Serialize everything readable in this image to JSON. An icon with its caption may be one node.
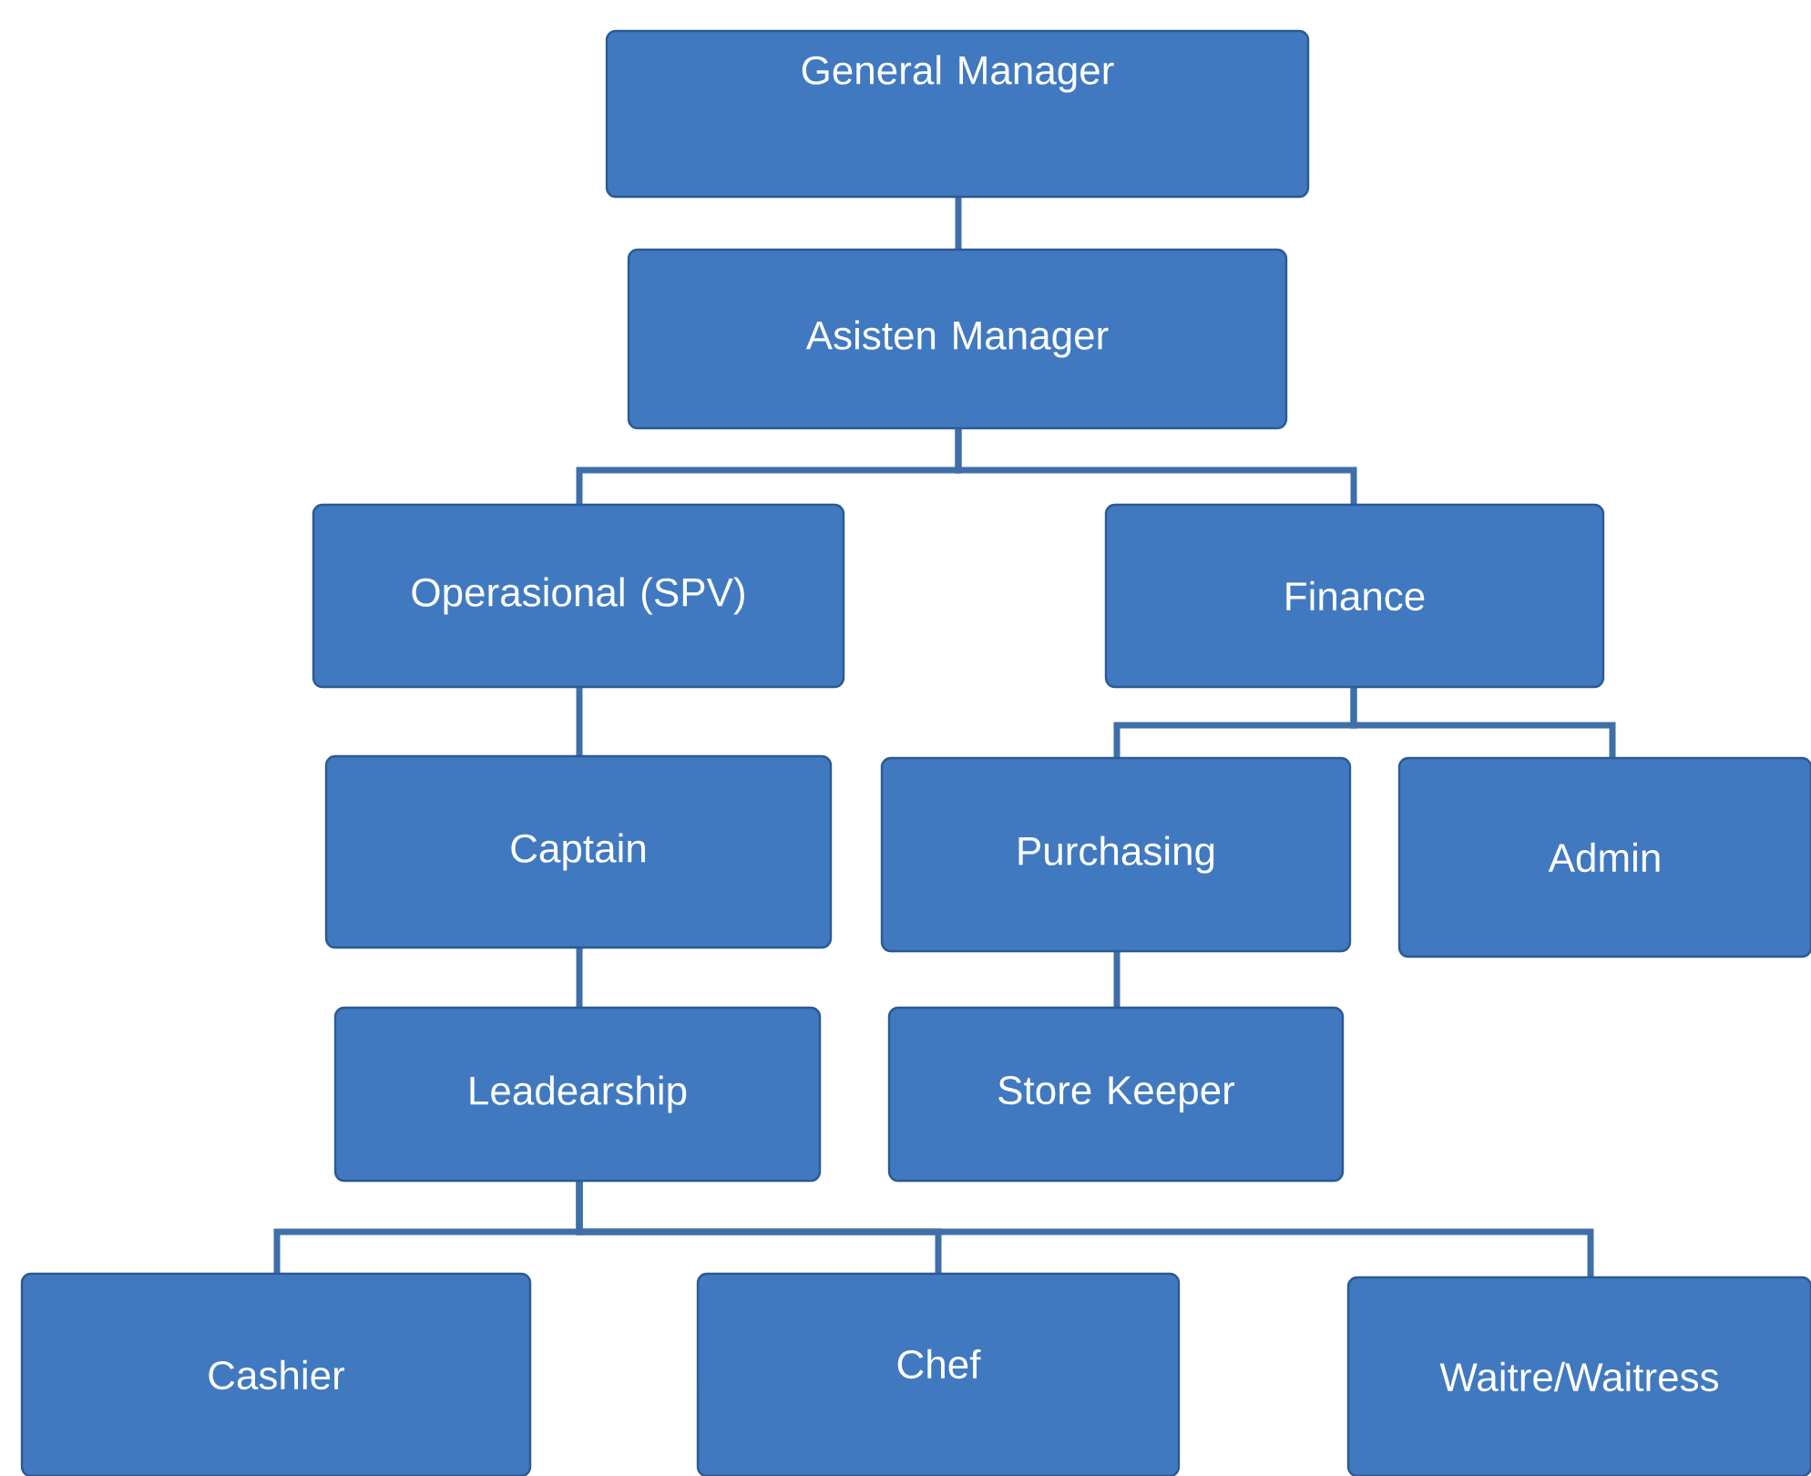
{
  "diagram": {
    "nodes": [
      {
        "text": [
          "General Manager"
        ]
      },
      {
        "text": [
          "Asisten Manager"
        ]
      },
      {
        "text": [
          "Operasional (SPV)"
        ]
      },
      {
        "text": [
          "Finance"
        ]
      },
      {
        "text": [
          "Captain"
        ]
      },
      {
        "text": [
          "Purchasing"
        ]
      },
      {
        "text": [
          "Admin"
        ]
      },
      {
        "text": [
          "Leadearship"
        ]
      },
      {
        "text": [
          "Store Keeper"
        ]
      },
      {
        "text": [
          "Cashier"
        ]
      },
      {
        "text": [
          "Chef"
        ]
      },
      {
        "text": [
          "Waitre/Waitress"
        ]
      }
    ],
    "edges": [
      {
        "from": 0,
        "to": 1,
        "arrow": "none"
      },
      {
        "from": 1,
        "to": 2,
        "arrow": "none"
      },
      {
        "from": 1,
        "to": 3,
        "arrow": "none"
      },
      {
        "from": 2,
        "to": 4,
        "arrow": "none"
      },
      {
        "from": 3,
        "to": 5,
        "arrow": "none"
      },
      {
        "from": 3,
        "to": 6,
        "arrow": "none"
      },
      {
        "from": 4,
        "to": 7,
        "arrow": "none"
      },
      {
        "from": 5,
        "to": 8,
        "arrow": "none"
      },
      {
        "from": 7,
        "to": 9,
        "arrow": "none"
      },
      {
        "from": 7,
        "to": 10,
        "arrow": "none"
      },
      {
        "from": 7,
        "to": 11,
        "arrow": "none"
      }
    ]
  }
}
